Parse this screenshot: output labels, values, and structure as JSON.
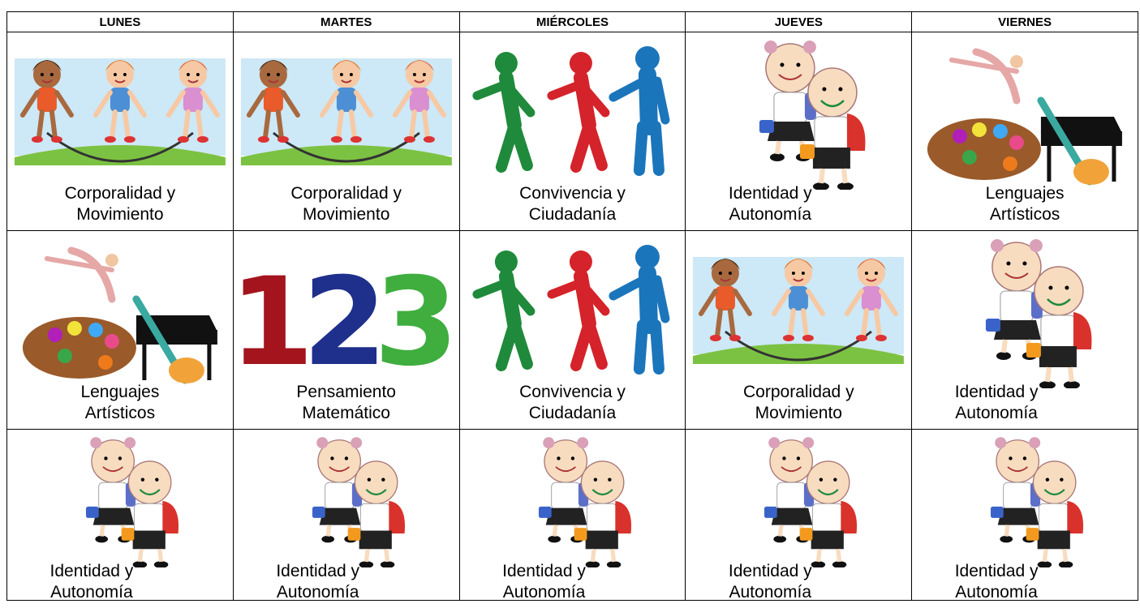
{
  "days": [
    "LUNES",
    "MARTES",
    "MIÉRCOLES",
    "JUEVES",
    "VIERNES"
  ],
  "rows": [
    [
      {
        "line1": "Corporalidad y",
        "line2": "Movimiento",
        "icon": "jump-rope-kids-icon"
      },
      {
        "line1": "Corporalidad y",
        "line2": "Movimiento",
        "icon": "jump-rope-kids-icon"
      },
      {
        "line1": "Convivencia y",
        "line2": "Ciudadanía",
        "icon": "holding-hands-figures-icon"
      },
      {
        "line1": "Identidad y",
        "line2": "Autonomía",
        "icon": "school-kids-icon"
      },
      {
        "line1": "Lenguajes",
        "line2": "Artísticos",
        "icon": "arts-palette-piano-icon"
      }
    ],
    [
      {
        "line1": "Lenguajes",
        "line2": "Artísticos",
        "icon": "arts-palette-piano-icon"
      },
      {
        "line1": "Pensamiento",
        "line2": "Matemático",
        "icon": "numbers-123-icon"
      },
      {
        "line1": "Convivencia y",
        "line2": "Ciudadanía",
        "icon": "holding-hands-figures-icon"
      },
      {
        "line1": "Corporalidad y",
        "line2": "Movimiento",
        "icon": "jump-rope-kids-icon"
      },
      {
        "line1": "Identidad y",
        "line2": "Autonomía",
        "icon": "school-kids-icon"
      }
    ],
    [
      {
        "line1": "Identidad y",
        "line2": "Autonomía",
        "icon": "school-kids-icon"
      },
      {
        "line1": "Identidad y",
        "line2": "Autonomía",
        "icon": "school-kids-icon"
      },
      {
        "line1": "Identidad y",
        "line2": "Autonomía",
        "icon": "school-kids-icon"
      },
      {
        "line1": "Identidad y",
        "line2": "Autonomía",
        "icon": "school-kids-icon"
      },
      {
        "line1": "Identidad y",
        "line2": "Autonomía",
        "icon": "school-kids-icon"
      }
    ]
  ],
  "palette": {
    "sky": "#cde8f6",
    "grass": "#7cc242",
    "green": "#1f8a3b",
    "red": "#d4232a",
    "blue": "#1b75bb",
    "num1": "#a3141c",
    "num2": "#1f2f8c",
    "num3": "#3fae3f"
  }
}
